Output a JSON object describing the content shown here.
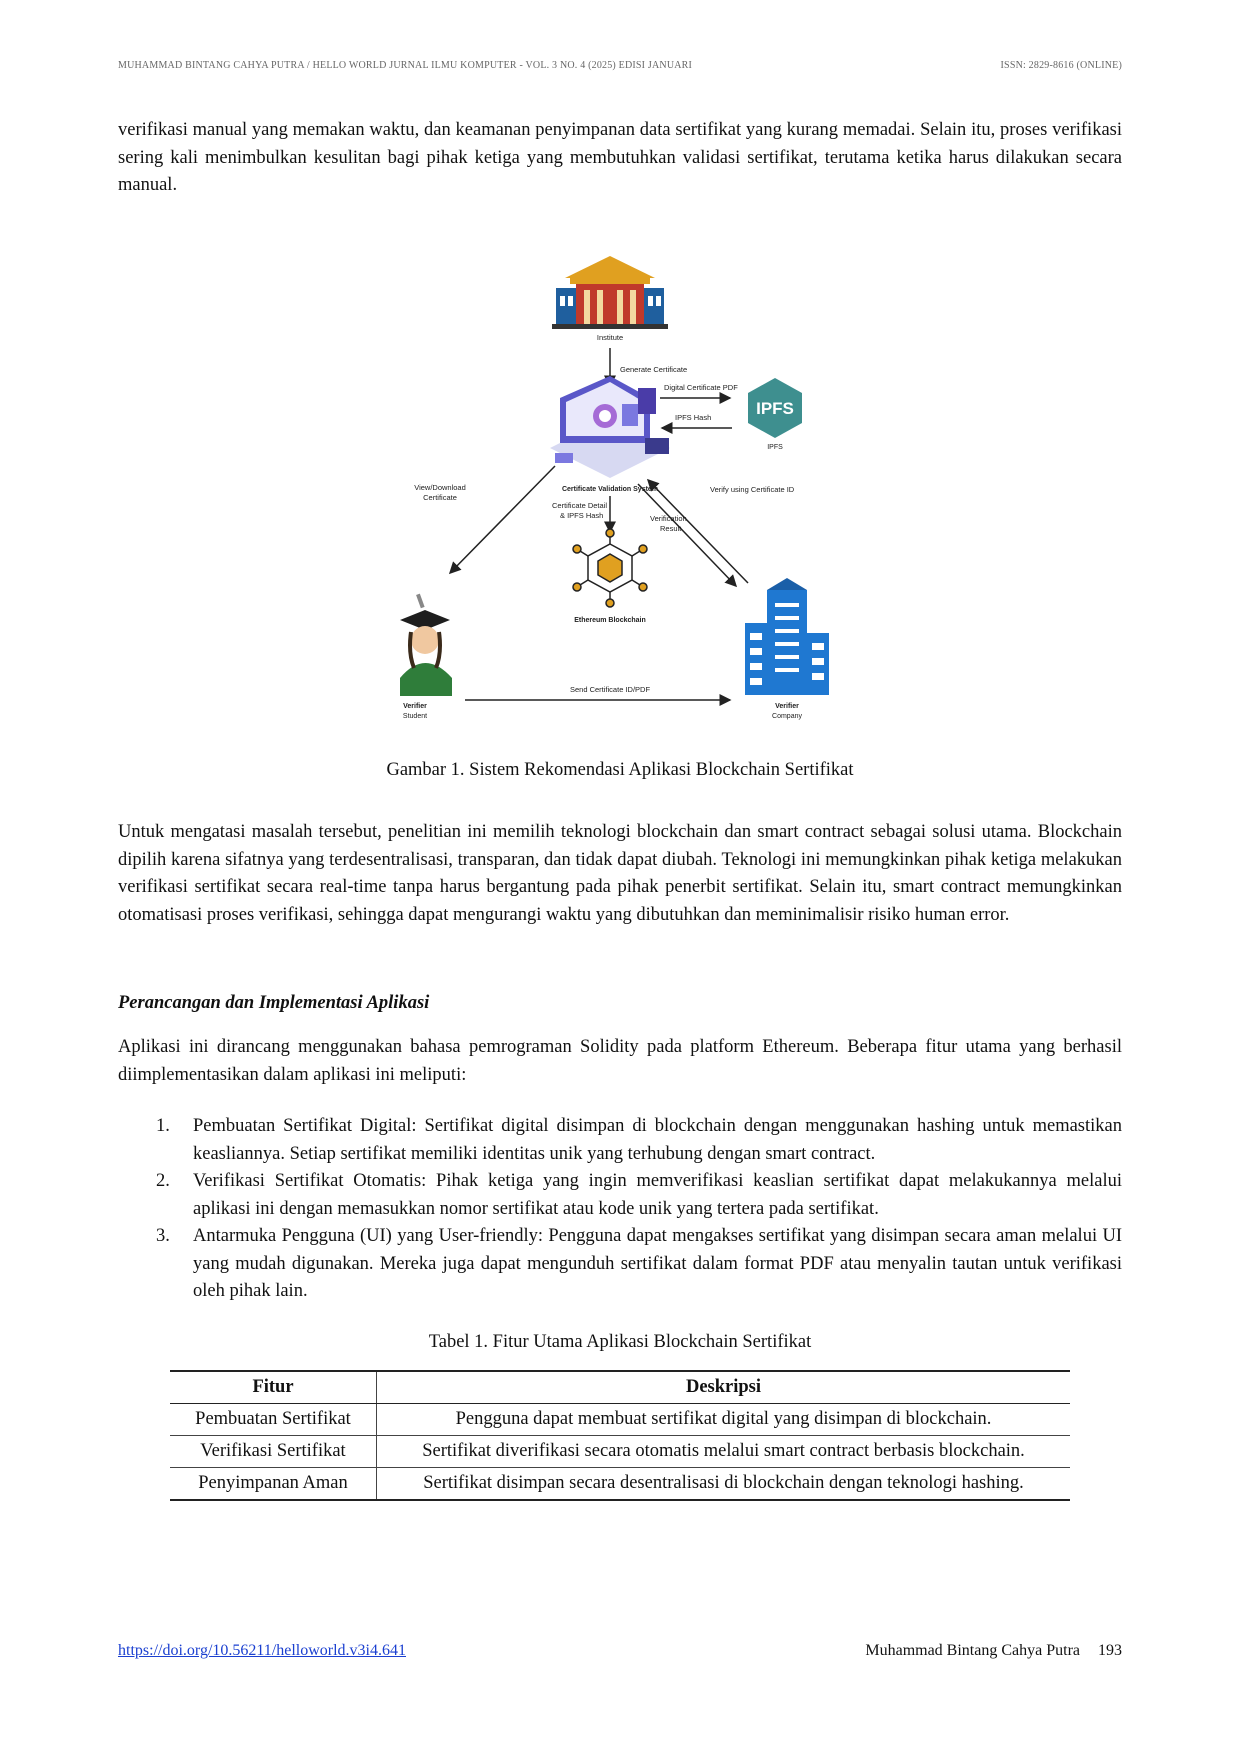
{
  "header": {
    "left": "MUHAMMAD BINTANG CAHYA PUTRA / HELLO WORLD JURNAL ILMU KOMPUTER - VOL. 3 NO. 4 (2025) EDISI JANUARI",
    "right": "ISSN: 2829-8616 (ONLINE)"
  },
  "paragraphs": {
    "intro": "verifikasi manual yang memakan waktu, dan keamanan penyimpanan data sertifikat yang kurang memadai. Selain itu, proses verifikasi sering kali menimbulkan kesulitan bagi pihak ketiga yang membutuhkan validasi sertifikat, terutama ketika harus dilakukan secara manual.",
    "solution": "Untuk mengatasi masalah tersebut, penelitian ini memilih teknologi blockchain dan smart contract sebagai solusi utama. Blockchain dipilih karena sifatnya yang terdesentralisasi, transparan, dan tidak dapat diubah. Teknologi ini memungkinkan pihak ketiga melakukan verifikasi sertifikat secara real-time tanpa harus bergantung pada pihak penerbit sertifikat. Selain itu, smart contract memungkinkan otomatisasi proses verifikasi, sehingga dapat mengurangi waktu yang dibutuhkan dan meminimalisir risiko human error.",
    "design_intro": "Aplikasi ini dirancang menggunakan bahasa pemrograman Solidity pada platform Ethereum. Beberapa fitur utama yang berhasil diimplementasikan dalam aplikasi ini meliputi:"
  },
  "figure": {
    "caption": "Gambar 1. Sistem Rekomendasi Aplikasi Blockchain Sertifikat",
    "labels": {
      "institute": "Institute",
      "generate": "Generate Certificate",
      "digital_pdf": "Digital Certificate PDF",
      "ipfs_hash": "IPFS Hash",
      "ipfs_logo": "IPFS",
      "ipfs_caption": "IPFS",
      "validation_system": "Certificate Validation System",
      "view_download_1": "View/Download",
      "view_download_2": "Certificate",
      "verify_using": "Verify using Certificate ID",
      "cert_detail_1": "Certificate Detail",
      "cert_detail_2": "& IPFS Hash",
      "verification_result_1": "Verification",
      "verification_result_2": "Result",
      "ethereum": "Ethereum Blockchain",
      "send": "Send Certificate ID/PDF",
      "verifier_student_1": "Verifier",
      "verifier_student_2": "Student",
      "verifier_company_1": "Verifier",
      "verifier_company_2": "Company"
    }
  },
  "section_heading": "Perancangan dan Implementasi Aplikasi",
  "features": [
    {
      "num": "1.",
      "text": "Pembuatan Sertifikat Digital: Sertifikat digital disimpan di blockchain dengan menggunakan hashing untuk memastikan keasliannya. Setiap sertifikat memiliki identitas unik yang terhubung dengan smart contract."
    },
    {
      "num": "2.",
      "text": "Verifikasi Sertifikat Otomatis: Pihak ketiga yang ingin memverifikasi keaslian sertifikat dapat melakukannya melalui aplikasi ini dengan memasukkan nomor sertifikat atau kode unik yang tertera pada sertifikat."
    },
    {
      "num": "3.",
      "text": "Antarmuka Pengguna (UI) yang User-friendly: Pengguna dapat mengakses sertifikat yang disimpan secara aman melalui UI yang mudah digunakan. Mereka juga dapat mengunduh sertifikat dalam format PDF atau menyalin tautan untuk verifikasi oleh pihak lain."
    }
  ],
  "table": {
    "caption": "Tabel 1. Fitur Utama Aplikasi Blockchain Sertifikat",
    "headers": [
      "Fitur",
      "Deskripsi"
    ],
    "rows": [
      [
        "Pembuatan Sertifikat",
        "Pengguna dapat membuat sertifikat digital yang disimpan di blockchain."
      ],
      [
        "Verifikasi Sertifikat",
        "Sertifikat diverifikasi secara otomatis melalui smart contract berbasis blockchain."
      ],
      [
        "Penyimpanan Aman",
        "Sertifikat disimpan secara desentralisasi di blockchain dengan teknologi hashing."
      ]
    ]
  },
  "footer": {
    "doi": "https://doi.org/10.56211/helloworld.v3i4.641",
    "author": "Muhammad Bintang Cahya Putra",
    "page": "193"
  },
  "colors": {
    "institute_red": "#c0392b",
    "institute_blue": "#1f5f9e",
    "gold": "#e0a020",
    "ipfs_teal": "#3e8f8f",
    "company_blue": "#1f78d1",
    "student_green": "#2f7d3a",
    "link_blue": "#1a3fd0"
  }
}
